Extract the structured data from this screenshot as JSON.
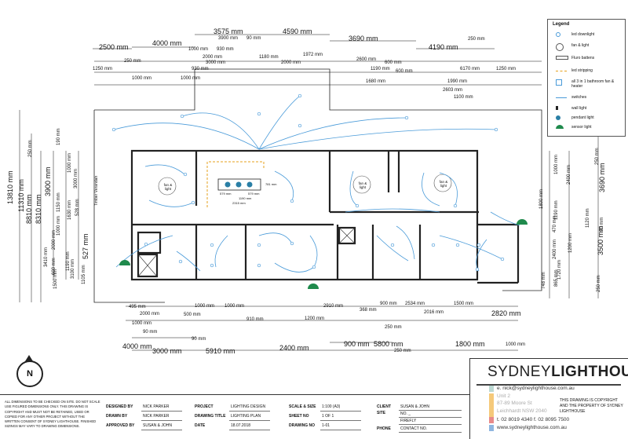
{
  "top_dimensions": [
    {
      "text": "3575 mm",
      "big": true
    },
    {
      "text": "4590 mm",
      "big": true
    },
    {
      "text": "3900 mm"
    },
    {
      "text": "90 mm"
    },
    {
      "text": "4000 mm",
      "big": true
    },
    {
      "text": "3690 mm",
      "big": true
    },
    {
      "text": "2500 mm",
      "big": true
    },
    {
      "text": "4190 mm",
      "big": true
    },
    {
      "text": "250 mm"
    },
    {
      "text": "1000 mm"
    },
    {
      "text": "930 mm"
    },
    {
      "text": "3000 mm"
    },
    {
      "text": "1180 mm"
    },
    {
      "text": "2000 mm"
    },
    {
      "text": "1972 mm"
    },
    {
      "text": "2000 mm"
    },
    {
      "text": "2600 mm"
    },
    {
      "text": "600 mm"
    },
    {
      "text": "250 mm"
    },
    {
      "text": "1250 mm"
    },
    {
      "text": "930 mm"
    },
    {
      "text": "1000 mm"
    },
    {
      "text": "1000 mm"
    },
    {
      "text": "1190 mm"
    },
    {
      "text": "600 mm"
    },
    {
      "text": "6170 mm"
    },
    {
      "text": "1250 mm"
    },
    {
      "text": "1680 mm"
    },
    {
      "text": "1990 mm"
    },
    {
      "text": "2603 mm"
    },
    {
      "text": "1100 mm"
    }
  ],
  "left_dimensions": [
    {
      "text": "13810 mm",
      "big": true
    },
    {
      "text": "11310 mm",
      "big": true
    },
    {
      "text": "8810 mm",
      "big": true
    },
    {
      "text": "8310 mm",
      "big": true
    },
    {
      "text": "250 mm"
    },
    {
      "text": "3900 mm",
      "big": true
    },
    {
      "text": "190 mm"
    },
    {
      "text": "1000 mm"
    },
    {
      "text": "3000 mm"
    },
    {
      "text": "1150 mm"
    },
    {
      "text": "1630 mm"
    },
    {
      "text": "528 mm"
    },
    {
      "text": "1000 mm"
    },
    {
      "text": "2000 mm"
    },
    {
      "text": "3410 mm"
    },
    {
      "text": "600 mm"
    },
    {
      "text": "1190 mm"
    },
    {
      "text": "3100 mm"
    },
    {
      "text": "1500 mm"
    },
    {
      "text": "1105 mm"
    },
    {
      "text": "527 mm",
      "big": true
    }
  ],
  "right_dimensions": [
    {
      "text": "250 mm"
    },
    {
      "text": "3690 mm",
      "big": true
    },
    {
      "text": "1000 mm"
    },
    {
      "text": "2400 mm"
    },
    {
      "text": "1800 mm"
    },
    {
      "text": "1190 mm"
    },
    {
      "text": "1120 mm"
    },
    {
      "text": "90 mm"
    },
    {
      "text": "470 mm"
    },
    {
      "text": "3500 mm",
      "big": true
    },
    {
      "text": "1720 mm"
    },
    {
      "text": "748 mm"
    },
    {
      "text": "865 mm"
    },
    {
      "text": "2400 mm"
    },
    {
      "text": "1200 mm"
    },
    {
      "text": "250 mm"
    }
  ],
  "bottom_dimensions": [
    {
      "text": "495 mm"
    },
    {
      "text": "2000 mm"
    },
    {
      "text": "1000 mm"
    },
    {
      "text": "500 mm"
    },
    {
      "text": "1000 mm"
    },
    {
      "text": "1000 mm"
    },
    {
      "text": "910 mm"
    },
    {
      "text": "2910 mm"
    },
    {
      "text": "1200 mm"
    },
    {
      "text": "368 mm"
    },
    {
      "text": "900 mm"
    },
    {
      "text": "2534 mm"
    },
    {
      "text": "1500 mm"
    },
    {
      "text": "2016 mm"
    },
    {
      "text": "2820 mm",
      "big": true
    },
    {
      "text": "90 mm"
    },
    {
      "text": "90 mm"
    },
    {
      "text": "250 mm"
    },
    {
      "text": "4000 mm",
      "big": true
    },
    {
      "text": "3000 mm",
      "big": true
    },
    {
      "text": "5910 mm",
      "big": true
    },
    {
      "text": "2400 mm",
      "big": true
    },
    {
      "text": "900 mm",
      "big": true
    },
    {
      "text": "5800 mm",
      "big": true
    },
    {
      "text": "1800 mm",
      "big": true
    },
    {
      "text": "250 mm"
    },
    {
      "text": "1000 mm"
    }
  ],
  "room_labels": {
    "veranda": "Timber Verandah",
    "fan1": "fan & light",
    "fan2": "fan & light",
    "fan3": "fan & light",
    "kitchen_dims": [
      "579 mm",
      "579 mm",
      "1190 mm",
      "2315 mm",
      "781 mm"
    ]
  },
  "legend": {
    "title": "Legend",
    "items": [
      {
        "label": "led downlight",
        "icon": "downlight-icon"
      },
      {
        "label": "fan & light",
        "icon": "fan-icon"
      },
      {
        "label": "Fluro battens",
        "icon": "batten-icon"
      },
      {
        "label": "led stripping",
        "icon": "strip-icon"
      },
      {
        "label": "all 3 in 1 bathroom fan & heater",
        "icon": "bathroom-fan-icon"
      },
      {
        "label": "switches",
        "icon": "switch-line-icon"
      },
      {
        "label": "wall light",
        "icon": "wall-light-icon"
      },
      {
        "label": "pendant light",
        "icon": "pendant-icon"
      },
      {
        "label": "sensor light",
        "icon": "sensor-light-icon"
      }
    ]
  },
  "colors": {
    "switch": "#4a9bd9",
    "strip": "#e5a21c",
    "sensor": "#1f8a4c",
    "wall": "#222222"
  },
  "compass": {
    "letter": "N"
  },
  "notes": "All dimensions to be checked on site. Do not scale use figured dimensions only. This drawing is copyright and must not be retained, used or copied for any other project without the written consent of Sydney Lighthouse. Finished sizings may vary to drawing dimensions.",
  "title_block": {
    "designed_by_label": "Designed by",
    "designed_by": "Nick Parker",
    "drawn_by_label": "Drawn by",
    "drawn_by": "Nick Parker",
    "approved_by_label": "Approved by",
    "approved_by": "Susan & John",
    "project_label": "Project",
    "project": "Lighting Design",
    "drawing_title_label": "Drawing title",
    "drawing_title": "Lighting Plan",
    "date_label": "Date",
    "date": "18.07.2018",
    "scale_label": "Scale & size",
    "scale": "1:100 (A3)",
    "sheet_label": "Sheet no",
    "sheet": "1 of 1",
    "drawing_no_label": "Drawing no",
    "drawing_no": "1-01",
    "client_label": "Client",
    "client": "Susan & John",
    "site_label": "Site",
    "site_1": "No. _",
    "site_2": "Firefly",
    "phone_label": "Phone",
    "phone": "Contact no."
  },
  "company": {
    "name_a": "SYDNEY",
    "name_b": "LIGHTHOUSE",
    "email": "e. nick@sydneylighthouse.com.au",
    "unit": "Unit 2",
    "street": "87-89 Moore St",
    "suburb": "Leichhardt NSW 2040",
    "phones": "t. 02 8019 4340 f. 02 8095 7500",
    "web": "www.sydneylighthouse.com.au",
    "copyright": "This drawing is copyright and the property of Sydney Lighthouse"
  }
}
